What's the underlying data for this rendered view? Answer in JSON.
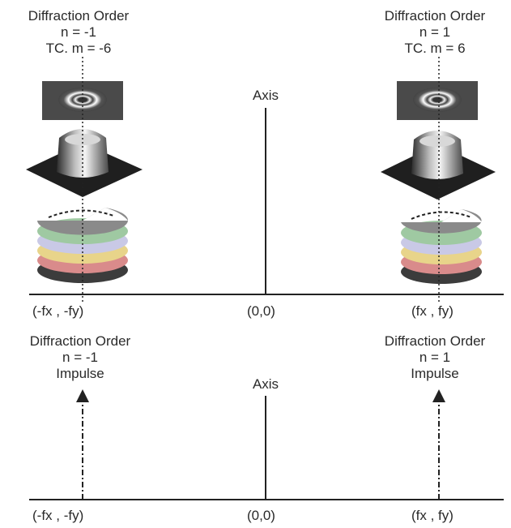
{
  "top_panel": {
    "left": {
      "title": "Diffraction Order",
      "order": "n = -1",
      "charge": "TC.  m = -6",
      "coord": "(-fx , -fy)"
    },
    "center": {
      "axis": "Axis",
      "coord": "(0,0)"
    },
    "right": {
      "title": "Diffraction Order",
      "order": "n = 1",
      "charge": "TC.  m = 6",
      "coord": "(fx , fy)"
    }
  },
  "bottom_panel": {
    "left": {
      "title": "Diffraction Order",
      "order": "n = -1",
      "kind": "Impulse",
      "coord": "(-fx , -fy)"
    },
    "center": {
      "axis": "Axis",
      "coord": "(0,0)"
    },
    "right": {
      "title": "Diffraction Order",
      "order": "n = 1",
      "kind": "Impulse",
      "coord": "(fx , fy)"
    }
  },
  "colors": {
    "line": "#222222",
    "disc_layers": [
      "#3c3c3c",
      "#d98b8b",
      "#e8d48a",
      "#c9c9e6",
      "#9fc9a2",
      "#c8d8f0",
      "#6f6f6f"
    ]
  }
}
